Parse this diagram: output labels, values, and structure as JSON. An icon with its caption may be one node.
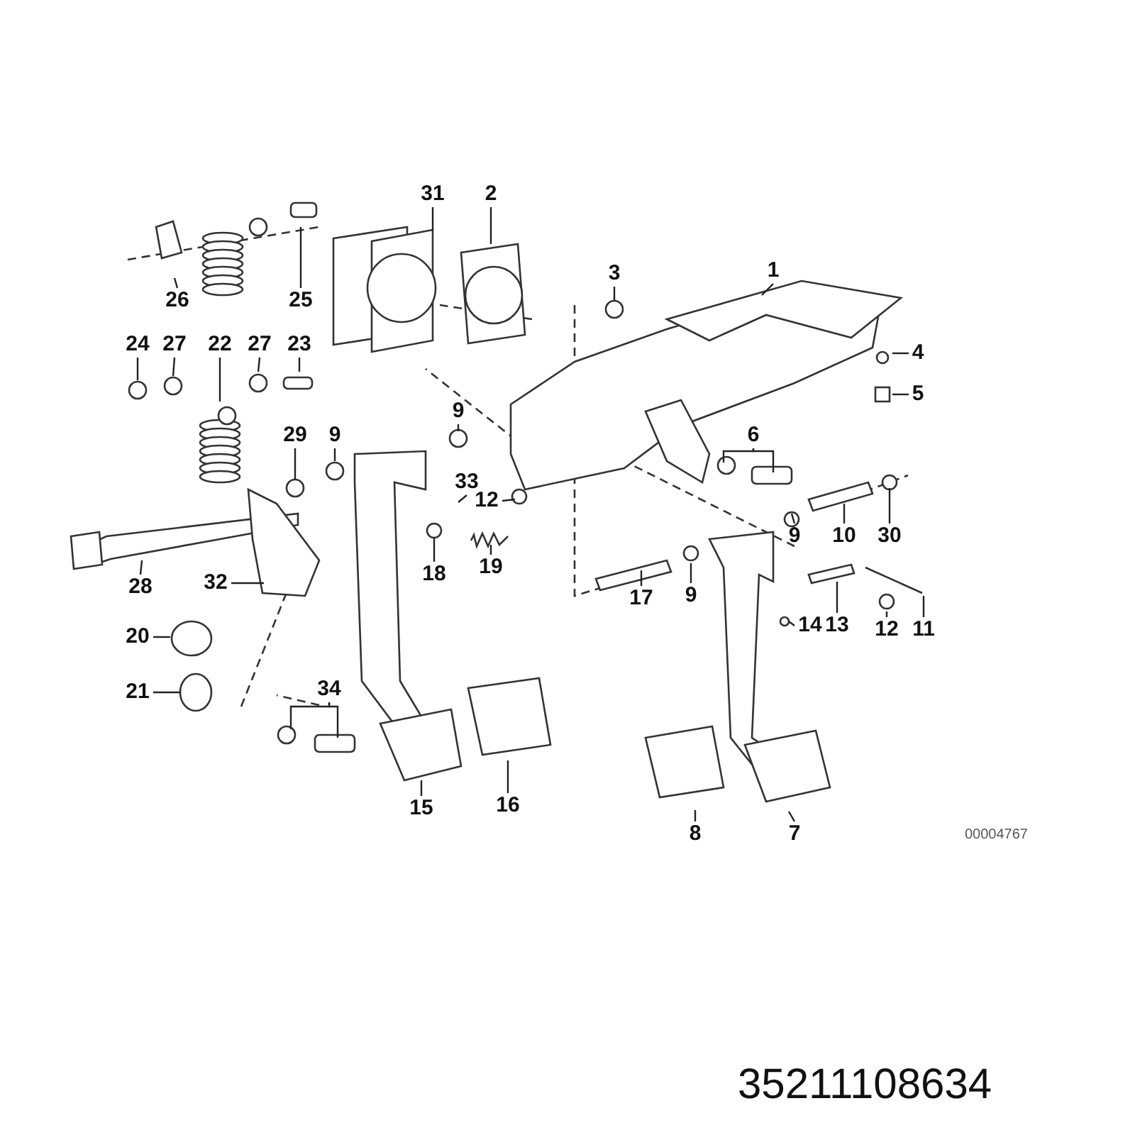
{
  "diagram": {
    "nodes": [
      {
        "text": [
          "31"
        ]
      },
      {
        "text": [
          "2"
        ]
      },
      {
        "text": [
          "1"
        ]
      },
      {
        "text": [
          "26"
        ]
      },
      {
        "text": [
          "25"
        ]
      },
      {
        "text": [
          "3"
        ]
      },
      {
        "text": [
          "24"
        ]
      },
      {
        "text": [
          "27"
        ]
      },
      {
        "text": [
          "22"
        ]
      },
      {
        "text": [
          "27"
        ]
      },
      {
        "text": [
          "23"
        ]
      },
      {
        "text": [
          "4"
        ]
      },
      {
        "text": [
          "5"
        ]
      },
      {
        "text": [
          "9"
        ]
      },
      {
        "text": [
          "29"
        ]
      },
      {
        "text": [
          "9"
        ]
      },
      {
        "text": [
          "33"
        ]
      },
      {
        "text": [
          "6"
        ]
      },
      {
        "text": [
          "12"
        ]
      },
      {
        "text": [
          "9"
        ]
      },
      {
        "text": [
          "10"
        ]
      },
      {
        "text": [
          "30"
        ]
      },
      {
        "text": [
          "18"
        ]
      },
      {
        "text": [
          "19"
        ]
      },
      {
        "text": [
          "28"
        ]
      },
      {
        "text": [
          "32"
        ]
      },
      {
        "text": [
          "17"
        ]
      },
      {
        "text": [
          "9"
        ]
      },
      {
        "text": [
          "14"
        ]
      },
      {
        "text": [
          "13"
        ]
      },
      {
        "text": [
          "12"
        ]
      },
      {
        "text": [
          "11"
        ]
      },
      {
        "text": [
          "20"
        ]
      },
      {
        "text": [
          "21"
        ]
      },
      {
        "text": [
          "34"
        ]
      },
      {
        "text": [
          "16"
        ]
      },
      {
        "text": [
          "15"
        ]
      },
      {
        "text": [
          "8"
        ]
      },
      {
        "text": [
          "7"
        ]
      }
    ],
    "edges": [
      {
        "from": 0,
        "to": null,
        "arrow": "none"
      },
      {
        "from": 1,
        "to": null,
        "arrow": "none"
      },
      {
        "from": 2,
        "to": null,
        "arrow": "none"
      },
      {
        "from": 3,
        "to": null,
        "arrow": "none"
      },
      {
        "from": 4,
        "to": null,
        "arrow": "none"
      },
      {
        "from": 5,
        "to": null,
        "arrow": "none"
      },
      {
        "from": 6,
        "to": null,
        "arrow": "none"
      },
      {
        "from": 7,
        "to": null,
        "arrow": "none"
      },
      {
        "from": 8,
        "to": null,
        "arrow": "none"
      },
      {
        "from": 9,
        "to": null,
        "arrow": "none"
      },
      {
        "from": 10,
        "to": null,
        "arrow": "none"
      },
      {
        "from": 11,
        "to": null,
        "arrow": "none"
      },
      {
        "from": 12,
        "to": null,
        "arrow": "none"
      },
      {
        "from": 13,
        "to": null,
        "arrow": "none"
      },
      {
        "from": 14,
        "to": null,
        "arrow": "none"
      },
      {
        "from": 15,
        "to": null,
        "arrow": "none"
      },
      {
        "from": 16,
        "to": null,
        "arrow": "none"
      },
      {
        "from": 17,
        "to": null,
        "arrow": "none"
      },
      {
        "from": 17,
        "to": null,
        "arrow": "none"
      },
      {
        "from": 18,
        "to": null,
        "arrow": "none"
      },
      {
        "from": 19,
        "to": null,
        "arrow": "none"
      },
      {
        "from": 20,
        "to": null,
        "arrow": "none"
      },
      {
        "from": 21,
        "to": null,
        "arrow": "none"
      },
      {
        "from": 22,
        "to": null,
        "arrow": "none"
      },
      {
        "from": 23,
        "to": null,
        "arrow": "none"
      },
      {
        "from": 24,
        "to": null,
        "arrow": "none"
      },
      {
        "from": 25,
        "to": null,
        "arrow": "none"
      },
      {
        "from": 26,
        "to": null,
        "arrow": "none"
      },
      {
        "from": 27,
        "to": null,
        "arrow": "none"
      },
      {
        "from": 28,
        "to": null,
        "arrow": "none"
      },
      {
        "from": 29,
        "to": null,
        "arrow": "none"
      },
      {
        "from": 30,
        "to": null,
        "arrow": "none"
      },
      {
        "from": 31,
        "to": null,
        "arrow": "none"
      },
      {
        "from": 32,
        "to": null,
        "arrow": "none"
      },
      {
        "from": 33,
        "to": null,
        "arrow": "none"
      },
      {
        "from": 34,
        "to": null,
        "arrow": "none"
      },
      {
        "from": 34,
        "to": null,
        "arrow": "none"
      },
      {
        "from": 35,
        "to": null,
        "arrow": "none"
      },
      {
        "from": 36,
        "to": null,
        "arrow": "none"
      },
      {
        "from": 37,
        "to": null,
        "arrow": "none"
      },
      {
        "from": 38,
        "to": null,
        "arrow": "none"
      }
    ],
    "labels": [
      "00004767",
      "35211108634"
    ]
  }
}
